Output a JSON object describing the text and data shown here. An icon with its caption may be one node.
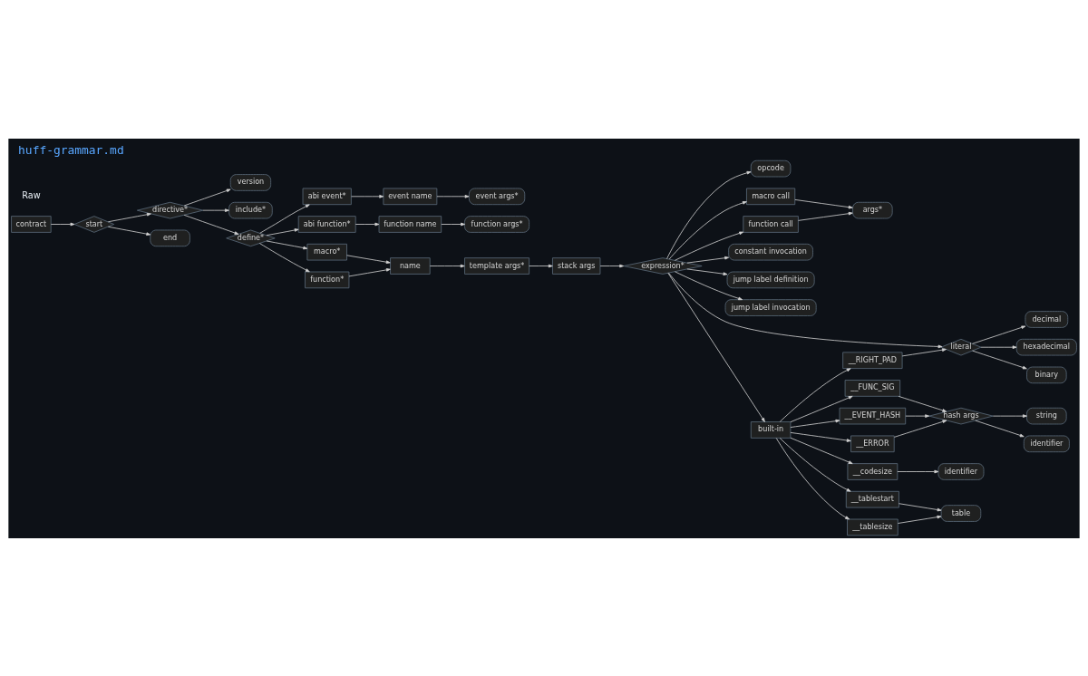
{
  "diagram": {
    "title": "huff-grammar.md",
    "nodes": [
      {
        "text": [
          "contract"
        ]
      },
      {
        "text": [
          "start"
        ]
      },
      {
        "text": [
          "directive*"
        ]
      },
      {
        "text": [
          "end"
        ]
      },
      {
        "text": [
          "version"
        ]
      },
      {
        "text": [
          "include*"
        ]
      },
      {
        "text": [
          "define*"
        ]
      },
      {
        "text": [
          "abi event*"
        ]
      },
      {
        "text": [
          "event name"
        ]
      },
      {
        "text": [
          "event args*"
        ]
      },
      {
        "text": [
          "abi function*"
        ]
      },
      {
        "text": [
          "function name"
        ]
      },
      {
        "text": [
          "function args*"
        ]
      },
      {
        "text": [
          "macro*"
        ]
      },
      {
        "text": [
          "function*"
        ]
      },
      {
        "text": [
          "name"
        ]
      },
      {
        "text": [
          "template args*"
        ]
      },
      {
        "text": [
          "stack args"
        ]
      },
      {
        "text": [
          "expression*"
        ]
      },
      {
        "text": [
          "opcode"
        ]
      },
      {
        "text": [
          "macro call"
        ]
      },
      {
        "text": [
          "function call"
        ]
      },
      {
        "text": [
          "args*"
        ]
      },
      {
        "text": [
          "constant invocation"
        ]
      },
      {
        "text": [
          "jump label definition"
        ]
      },
      {
        "text": [
          "jump label invocation"
        ]
      },
      {
        "text": [
          "literal"
        ]
      },
      {
        "text": [
          "decimal"
        ]
      },
      {
        "text": [
          "hexadecimal"
        ]
      },
      {
        "text": [
          "binary"
        ]
      },
      {
        "text": [
          "built-in"
        ]
      },
      {
        "text": [
          "__RIGHT_PAD"
        ]
      },
      {
        "text": [
          "__FUNC_SIG"
        ]
      },
      {
        "text": [
          "__EVENT_HASH"
        ]
      },
      {
        "text": [
          "__ERROR"
        ]
      },
      {
        "text": [
          "hash args"
        ]
      },
      {
        "text": [
          "string"
        ]
      },
      {
        "text": [
          "identifier"
        ]
      },
      {
        "text": [
          "__codesize"
        ]
      },
      {
        "text": [
          "identifier"
        ]
      },
      {
        "text": [
          "__tablestart"
        ]
      },
      {
        "text": [
          "__tablesize"
        ]
      },
      {
        "text": [
          "table"
        ]
      }
    ],
    "edges": [
      {
        "from": 0,
        "to": 1,
        "arrow": "to"
      },
      {
        "from": 1,
        "to": 2,
        "arrow": "to"
      },
      {
        "from": 1,
        "to": 3,
        "arrow": "to"
      },
      {
        "from": 2,
        "to": 4,
        "arrow": "to"
      },
      {
        "from": 2,
        "to": 5,
        "arrow": "to"
      },
      {
        "from": 2,
        "to": 6,
        "arrow": "to"
      },
      {
        "from": 6,
        "to": 7,
        "arrow": "to"
      },
      {
        "from": 6,
        "to": 10,
        "arrow": "to"
      },
      {
        "from": 6,
        "to": 13,
        "arrow": "to"
      },
      {
        "from": 6,
        "to": 14,
        "arrow": "to"
      },
      {
        "from": 7,
        "to": 8,
        "arrow": "to"
      },
      {
        "from": 8,
        "to": 9,
        "arrow": "to"
      },
      {
        "from": 10,
        "to": 11,
        "arrow": "to"
      },
      {
        "from": 11,
        "to": 12,
        "arrow": "to"
      },
      {
        "from": 13,
        "to": 15,
        "arrow": "to"
      },
      {
        "from": 14,
        "to": 15,
        "arrow": "to"
      },
      {
        "from": 15,
        "to": 16,
        "arrow": "to"
      },
      {
        "from": 16,
        "to": 17,
        "arrow": "to"
      },
      {
        "from": 17,
        "to": 18,
        "arrow": "to"
      },
      {
        "from": 18,
        "to": 19,
        "arrow": "to"
      },
      {
        "from": 18,
        "to": 20,
        "arrow": "to"
      },
      {
        "from": 18,
        "to": 21,
        "arrow": "to"
      },
      {
        "from": 18,
        "to": 23,
        "arrow": "to"
      },
      {
        "from": 18,
        "to": 24,
        "arrow": "to"
      },
      {
        "from": 18,
        "to": 25,
        "arrow": "to"
      },
      {
        "from": 18,
        "to": 26,
        "arrow": "to"
      },
      {
        "from": 18,
        "to": 30,
        "arrow": "to"
      },
      {
        "from": 20,
        "to": 22,
        "arrow": "to"
      },
      {
        "from": 21,
        "to": 22,
        "arrow": "to"
      },
      {
        "from": 26,
        "to": 27,
        "arrow": "to"
      },
      {
        "from": 26,
        "to": 28,
        "arrow": "to"
      },
      {
        "from": 26,
        "to": 29,
        "arrow": "to"
      },
      {
        "from": 30,
        "to": 31,
        "arrow": "to"
      },
      {
        "from": 30,
        "to": 32,
        "arrow": "to"
      },
      {
        "from": 30,
        "to": 33,
        "arrow": "to"
      },
      {
        "from": 30,
        "to": 34,
        "arrow": "to"
      },
      {
        "from": 30,
        "to": 38,
        "arrow": "to"
      },
      {
        "from": 30,
        "to": 40,
        "arrow": "to"
      },
      {
        "from": 30,
        "to": 41,
        "arrow": "to"
      },
      {
        "from": 31,
        "to": 26,
        "arrow": "to"
      },
      {
        "from": 32,
        "to": 35,
        "arrow": "to"
      },
      {
        "from": 33,
        "to": 35,
        "arrow": "to"
      },
      {
        "from": 34,
        "to": 35,
        "arrow": "to"
      },
      {
        "from": 35,
        "to": 36,
        "arrow": "to"
      },
      {
        "from": 35,
        "to": 37,
        "arrow": "to"
      },
      {
        "from": 38,
        "to": 39,
        "arrow": "to"
      },
      {
        "from": 40,
        "to": 42,
        "arrow": "to"
      },
      {
        "from": 41,
        "to": 42,
        "arrow": "to"
      }
    ],
    "labels": [
      "Raw"
    ]
  }
}
